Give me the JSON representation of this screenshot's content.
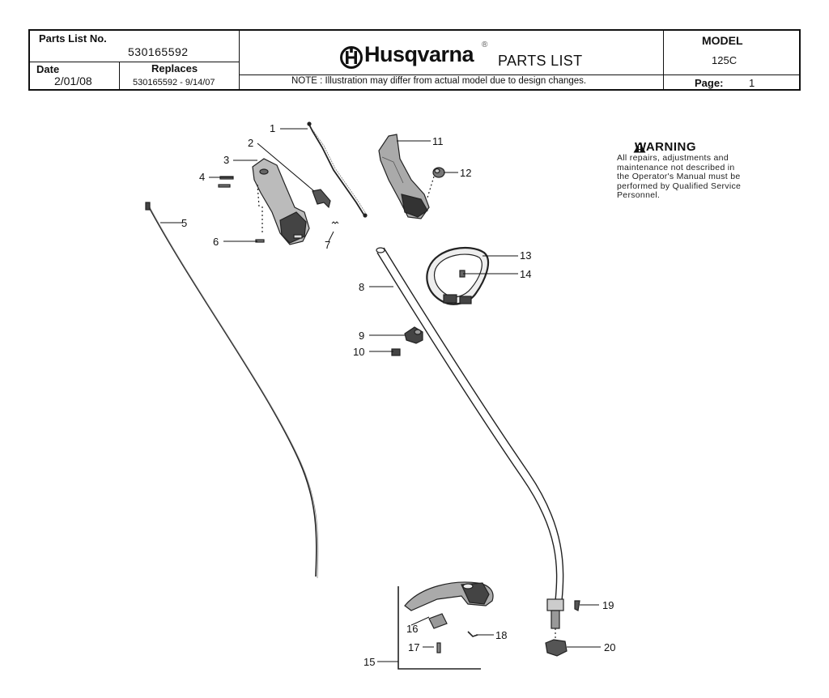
{
  "header": {
    "parts_list_no_label": "Parts List No.",
    "parts_list_no": "530165592",
    "date_label": "Date",
    "date": "2/01/08",
    "replaces_label": "Replaces",
    "replaces": "530165592 - 9/14/07",
    "brand": "Husqvarna",
    "brand_mark": "®",
    "doc_title": "PARTS LIST",
    "note": "NOTE : Illustration may differ from actual model due to design changes.",
    "model_label": "MODEL",
    "model": "125C",
    "page_label": "Page:",
    "page": "1"
  },
  "warning": {
    "title": "WARNING",
    "lines": [
      "All repairs, adjustments and",
      "maintenance not described in",
      "the Operator's Manual must be",
      "performed by Qualified Service",
      "Personnel."
    ]
  },
  "callouts": [
    "1",
    "2",
    "3",
    "4",
    "5",
    "6",
    "7",
    "8",
    "9",
    "10",
    "11",
    "12",
    "13",
    "14",
    "15",
    "16",
    "17",
    "18",
    "19",
    "20"
  ]
}
